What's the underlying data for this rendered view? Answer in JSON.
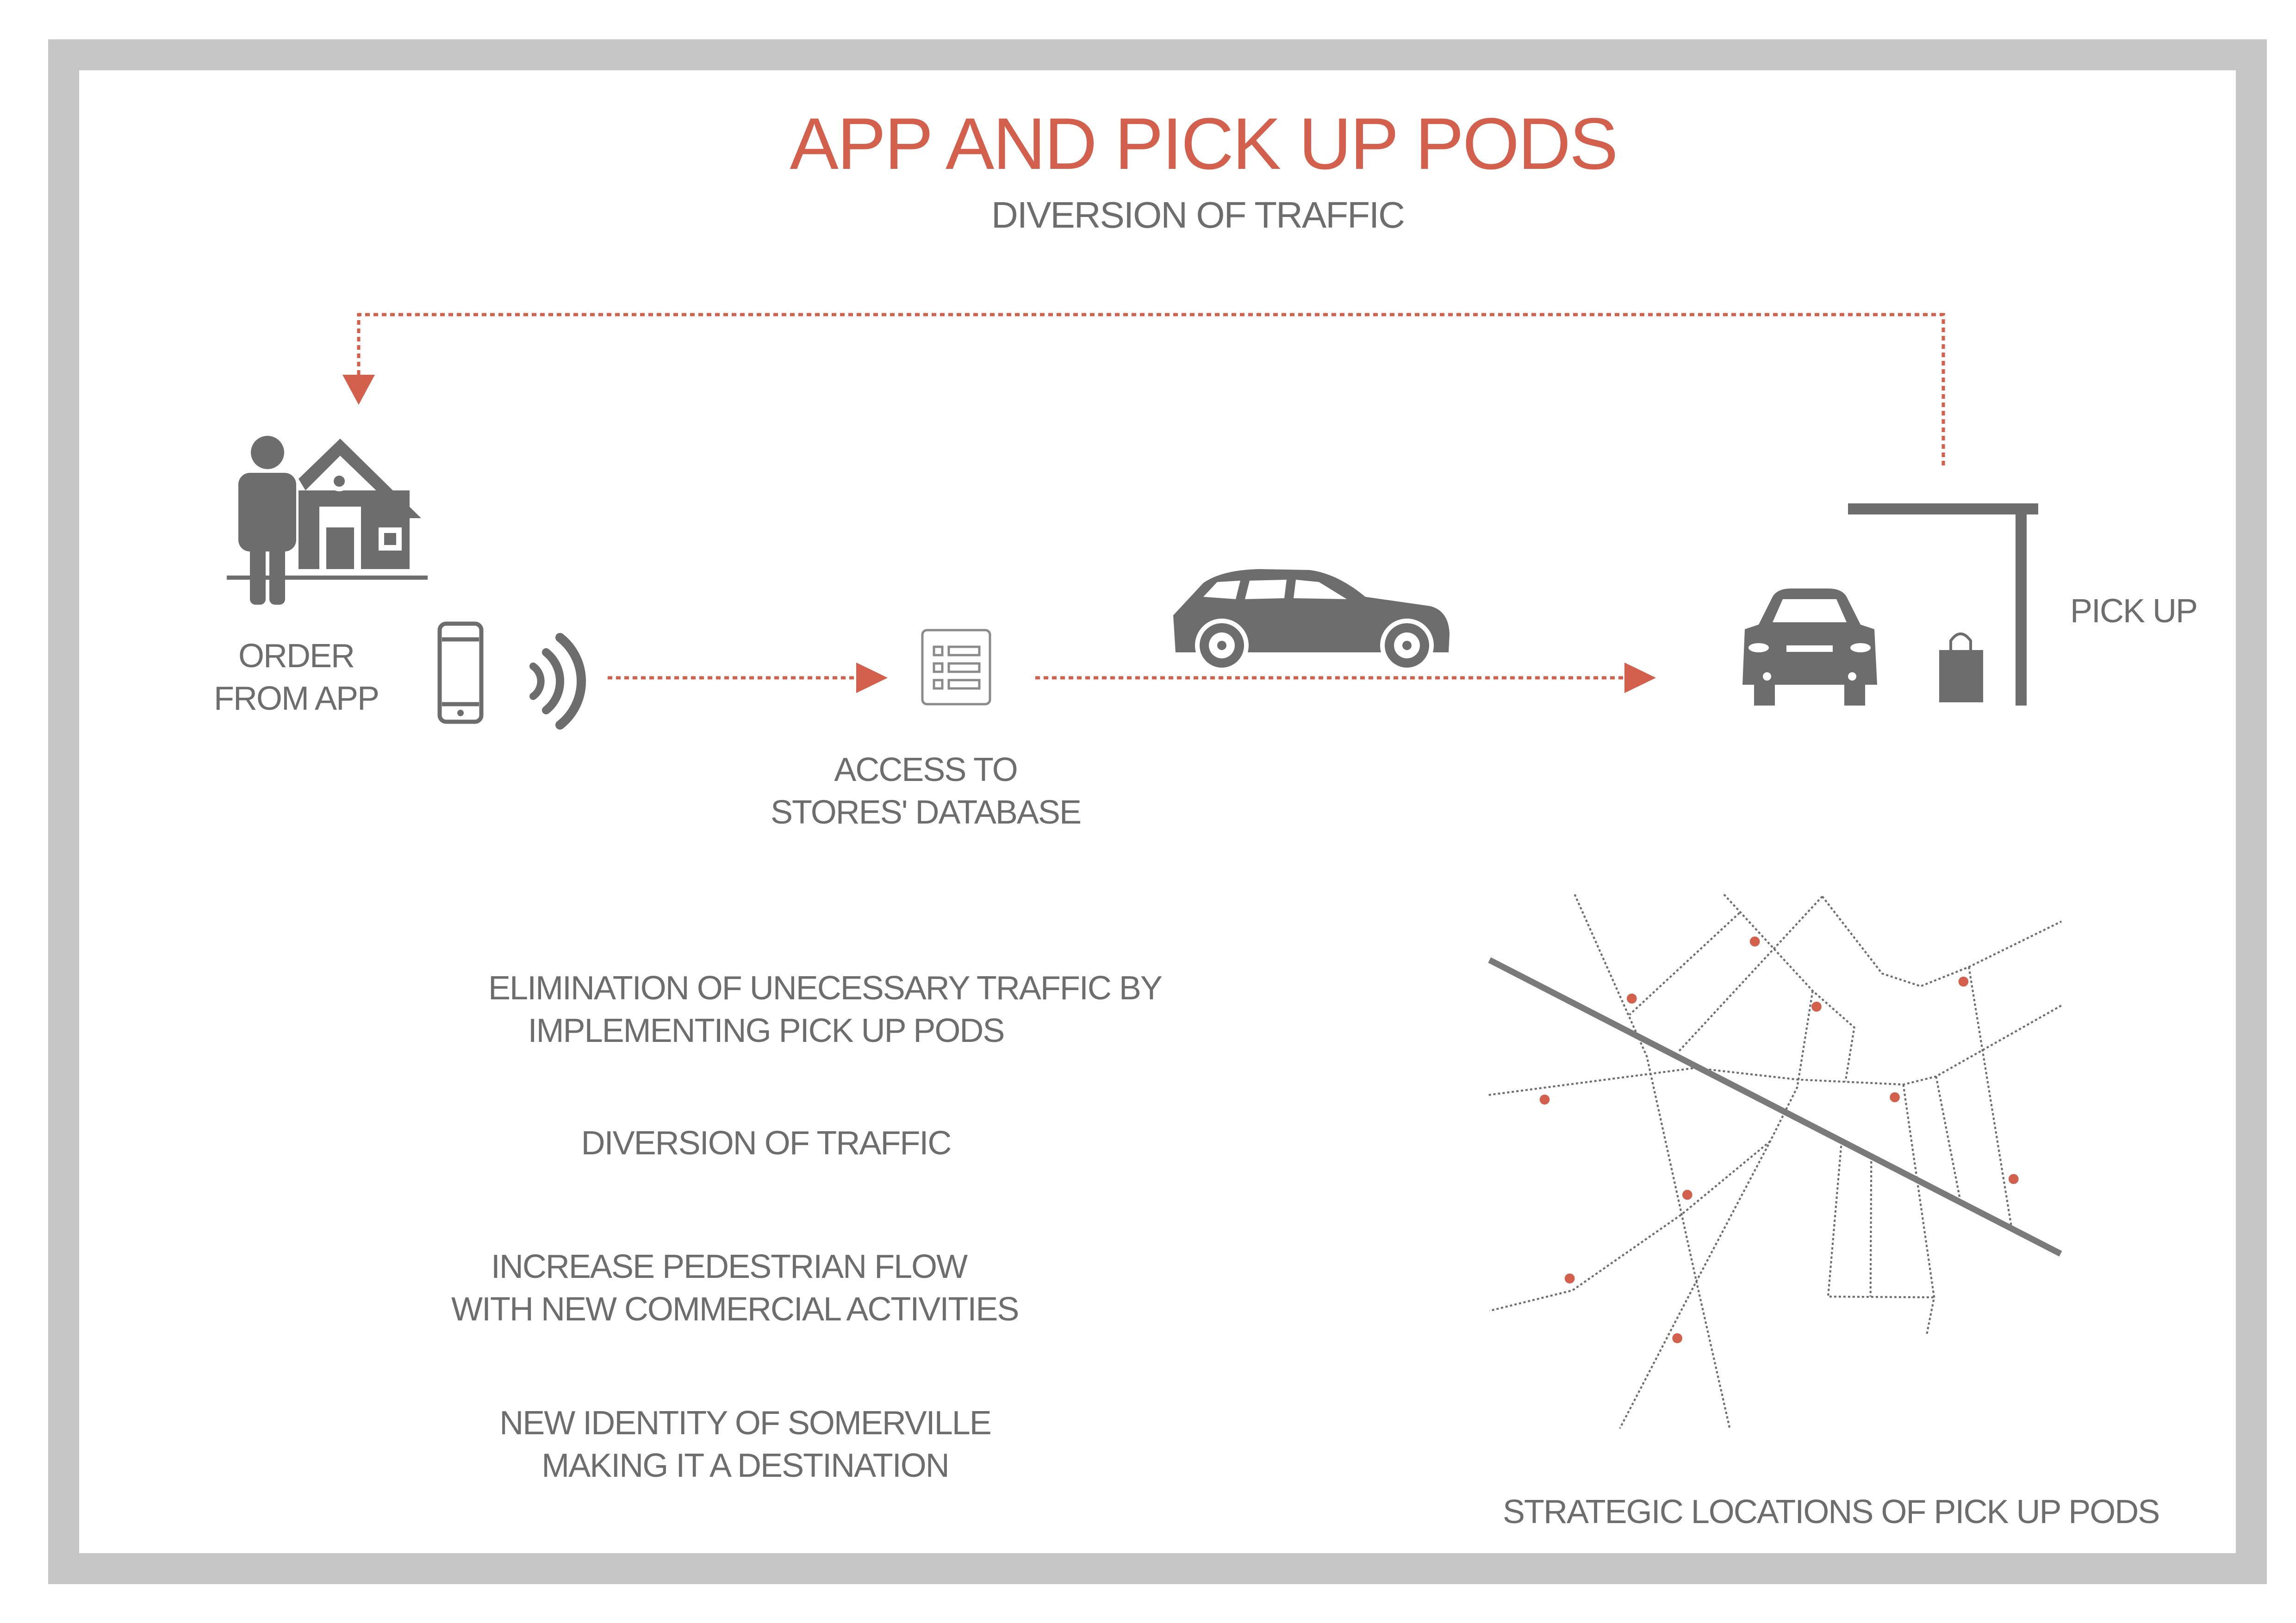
{
  "header": {
    "title": "APP AND PICK UP PODS",
    "subtitle": "DIVERSION OF TRAFFIC"
  },
  "flow": {
    "order_label": [
      "ORDER",
      "FROM APP"
    ],
    "database_label": [
      "ACCESS TO",
      "STORES' DATABASE"
    ],
    "pickup_label": "PICK UP"
  },
  "benefits": [
    [
      "ELIMINATION OF UNECESSARY TRAFFIC BY",
      "IMPLEMENTING PICK UP PODS"
    ],
    [
      "DIVERSION OF TRAFFIC"
    ],
    [
      "INCREASE PEDESTRIAN FLOW",
      "WITH NEW COMMERCIAL ACTIVITIES"
    ],
    [
      "NEW IDENTITY OF SOMERVILLE",
      "MAKING IT A DESTINATION"
    ]
  ],
  "map": {
    "caption": "STRATEGIC LOCATIONS OF PICK UP PODS"
  },
  "colors": {
    "accent": "#d3604d",
    "gray": "#6d6d6d",
    "frame": "#c6c6c6"
  }
}
